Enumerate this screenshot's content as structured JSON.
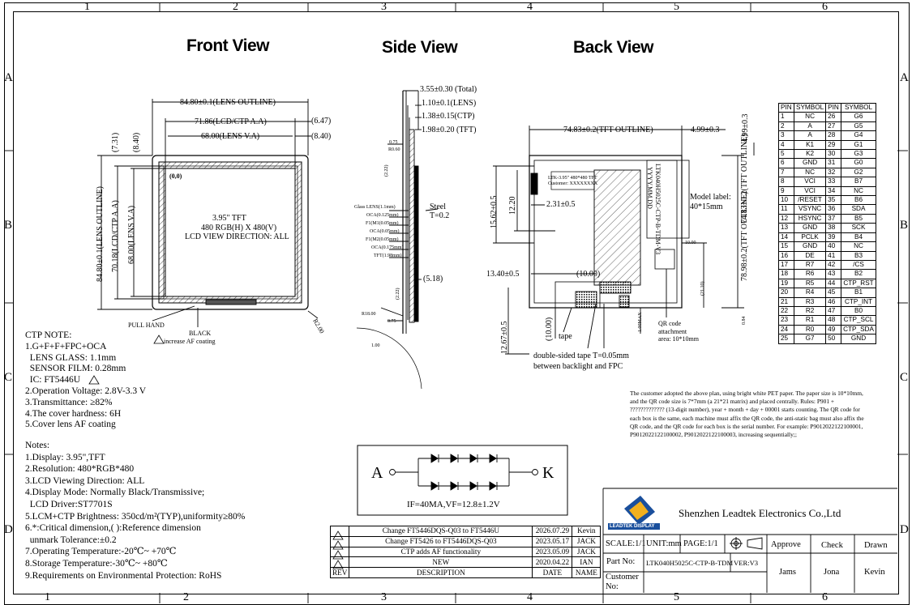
{
  "zones": {
    "columns": [
      "1",
      "2",
      "3",
      "4",
      "5",
      "6"
    ],
    "rows": [
      "A",
      "B",
      "C",
      "D"
    ]
  },
  "views": {
    "front": "Front View",
    "side": "Side View",
    "back": "Back View"
  },
  "front": {
    "lens_outline_w": "84.80±0.1(LENS OUTLINE)",
    "ctp_aa_w": "71.86(LCD/CTP A.A)",
    "lens_va_w": "68.00(LENS V.A)",
    "r647": "(6.47)",
    "r840": "(8.40)",
    "l731": "(7.31)",
    "l840": "(8.40)",
    "lens_outline_h": "84.80±0.1(LENS OUTLINE)",
    "ctp_aa_h": "70.18(LCD/CTP A.A)",
    "lens_va_h": "68.00(LENS V.A)",
    "origin": "(0,0)",
    "tft": "3.95\" TFT",
    "res": "480 RGB(H) X 480(V)",
    "dir": "LCD VIEW DIRECTION: ALL",
    "pull": "PULL HAND",
    "black": "BLACK",
    "af": "increase AF coating",
    "r200": "R2.00"
  },
  "side": {
    "total": "3.55±0.30 (Total)",
    "lens": "1.10±0.1(LENS)",
    "ctp": "1.38±0.15(CTP)",
    "tft": "1.98±0.20 (TFT)",
    "d075a": "0.75",
    "r060": "R0.60",
    "d222": "(2.22)",
    "steel1": "Steel",
    "steel2": "T=0.2",
    "layers": [
      "Glass LENS(1.1mm)",
      "OCA(0.125mm)",
      "F1(M1(0.05mm)",
      "OCA(0.05mm)",
      "F1(M2(0.05mm)",
      "OCA(0.175mm)",
      "TFT(1.98mm)"
    ],
    "d518": "(5.18)",
    "d222b": "(2.22)",
    "r18": "R18.00",
    "d075b": "0.75",
    "r100": "1.00"
  },
  "back": {
    "tft_outline_w": "74.83±0.2(TFT OUTLINE)",
    "d499": "4.99±0.3",
    "d499v": "4.99±0.3",
    "label_qr1": "LTK-3.95\" 480*480 TFT",
    "label_qr2": "Customer: XXXXXXXX",
    "label_v": "LTK040H5025C-CTP-B-TDM-V3",
    "yyyy": "YYYY.MM.DD",
    "model1": "Model label:",
    "model2": "40*15mm",
    "d1562": "15.62±0.5",
    "d1220": "12.20",
    "d231": "2.31±0.5",
    "d1000": "10.00",
    "d1340": "13.40±0.5",
    "d1000b": "(10.00)",
    "d1267": "12.67±0.5",
    "d1000c": "(10.00)",
    "d100max": "1.00MAX",
    "d2110": "(21.10)",
    "d7898": "78.98±0.2(TFT OUTLINE)",
    "tft_outline_v": "74.83±0.2(TFT OUTLINE)",
    "d084": "0.84",
    "tape": "tape",
    "qr1": "QR code",
    "qr2": "attachment",
    "qr3": "area: 10*10mm",
    "dst1": "double-sided tape T=0.05mm",
    "dst2": "between backlight and FPC"
  },
  "ctp_note": [
    "CTP NOTE:",
    "1.G+F+F+FPC+OCA",
    "  LENS GLASS: 1.1mm",
    "  SENSOR FILM: 0.28mm",
    "  IC: FT5446U",
    "2.Operation Voltage: 2.8V-3.3 V",
    "3.Transmittance: ≥82%",
    "4.The cover hardness: 6H",
    "5.Cover lens AF coating"
  ],
  "notes": [
    "Notes:",
    "1.Display: 3.95\",TFT",
    "2.Resolution: 480*RGB*480",
    "3.LCD Viewing Direction: ALL",
    "4.Display Mode: Normally Black/Transmissive;",
    "  LCD Driver:ST7701S",
    "5.LCM+CTP Brightness: 350cd/m²(TYP),uniformity≥80%",
    "6.*:Critical dimension,( ):Reference dimension",
    "  unmark Tolerance:±0.2",
    "7.Operating Temperature:-20℃~ +70℃",
    "8.Storage Temperature:-30℃~ +80℃",
    "9.Requirements on Environmental Protection: RoHS"
  ],
  "led": {
    "a": "A",
    "k": "K",
    "spec": "IF=40MA,VF=12.8±1.2V"
  },
  "pin_table": {
    "headers": [
      "PIN",
      "SYMBOL",
      "PIN",
      "SYMBOL"
    ],
    "rows": [
      [
        "1",
        "NC",
        "26",
        "G6"
      ],
      [
        "2",
        "A",
        "27",
        "G5"
      ],
      [
        "3",
        "A",
        "28",
        "G4"
      ],
      [
        "4",
        "K1",
        "29",
        "G1"
      ],
      [
        "5",
        "K2",
        "30",
        "G3"
      ],
      [
        "6",
        "GND",
        "31",
        "G0"
      ],
      [
        "7",
        "NC",
        "32",
        "G2"
      ],
      [
        "8",
        "VCI",
        "33",
        "B7"
      ],
      [
        "9",
        "VCI",
        "34",
        "NC"
      ],
      [
        "10",
        "/RESET",
        "35",
        "B6"
      ],
      [
        "11",
        "VSYNC",
        "36",
        "SDA"
      ],
      [
        "12",
        "HSYNC",
        "37",
        "B5"
      ],
      [
        "13",
        "GND",
        "38",
        "SCK"
      ],
      [
        "14",
        "PCLK",
        "39",
        "B4"
      ],
      [
        "15",
        "GND",
        "40",
        "NC"
      ],
      [
        "16",
        "DE",
        "41",
        "B3"
      ],
      [
        "17",
        "R7",
        "42",
        "/CS"
      ],
      [
        "18",
        "R6",
        "43",
        "B2"
      ],
      [
        "19",
        "R5",
        "44",
        "CTP_RST"
      ],
      [
        "20",
        "R4",
        "45",
        "B1"
      ],
      [
        "21",
        "R3",
        "46",
        "CTP_INT"
      ],
      [
        "22",
        "R2",
        "47",
        "B0"
      ],
      [
        "23",
        "R1",
        "48",
        "CTP_SCL"
      ],
      [
        "24",
        "R0",
        "49",
        "CTP_SDA"
      ],
      [
        "25",
        "G7",
        "50",
        "GND"
      ]
    ]
  },
  "qr_text": "The customer adopted the above plan, using bright white PET paper. The paper size is 10*10mm, and the QR code size is 7*7mm (a 21*21 matrix) and placed centrally. Rules: P901 + ????????????? (13-digit number), year + month + day + 00001 starts counting. The QR code for each box is the same, each machine must affix the QR code, the anti-static bag must also affix the QR code, and the QR code for each box is the serial number. For example: P9012022122100001, P9012022122100002, P9012022122100003, increasing sequentially;;",
  "revisions": {
    "rows": [
      {
        "desc": "Change FT5446DQS-Q03 to FT5446U",
        "date": "2026.07.29",
        "name": "Kevin"
      },
      {
        "desc": "Change FT5426 to FT5446DQS-Q03",
        "date": "2023.05.17",
        "name": "JACK"
      },
      {
        "desc": "CTP adds AF functionality",
        "date": "2023.05.09",
        "name": "JACK"
      },
      {
        "desc": "NEW",
        "date": "2020.04.22",
        "name": "IAN"
      }
    ],
    "h_rev": "REV",
    "h_desc": "DESCRIPTION",
    "h_date": "DATE",
    "h_name": "NAME"
  },
  "title_block": {
    "company": "Shenzhen Leadtek Electronics Co.,Ltd",
    "logo_text": "LEADTEK DISPLAY",
    "scale": "SCALE:1/1",
    "unit": "UNIT:mm",
    "page": "PAGE:1/1",
    "part_label": "Part No:",
    "part_no": "LTK040H5025C-CTP-B-TDM",
    "ver": "VER:V3",
    "customer": "Customer No:",
    "approve": "Approve",
    "check": "Check",
    "drawn": "Drawn",
    "approve_name": "Jams",
    "check_name": "Jona",
    "drawn_name": "Kevin"
  }
}
